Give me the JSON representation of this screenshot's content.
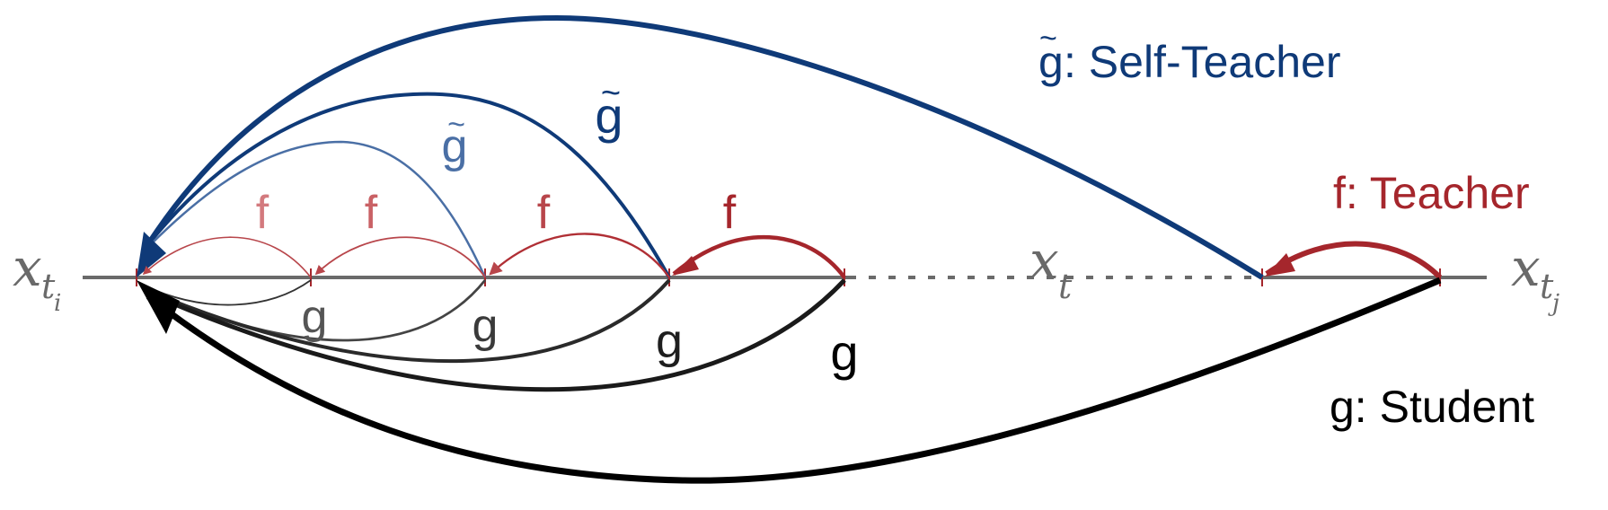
{
  "colors": {
    "self_teacher_dark": "#0f3a78",
    "self_teacher_light": "#4a6fa5",
    "teacher_red": "#a5262c",
    "teacher_red_light": "#c96165",
    "student_black": "#000000",
    "student_gray": "#555555",
    "axis_gray": "#6a6a6a"
  },
  "axis": {
    "start_label": {
      "base": "x",
      "sub1": "t",
      "sub2": "i"
    },
    "middle_label": {
      "base": "x",
      "sub1": "t"
    },
    "end_label": {
      "base": "x",
      "sub1": "t",
      "sub2": "j"
    }
  },
  "legend": {
    "self_teacher": {
      "symbol": "g",
      "text": ": Self-Teacher"
    },
    "teacher": {
      "text": "f: Teacher"
    },
    "student": {
      "text": "g: Student"
    }
  },
  "labels": {
    "f_1": "f",
    "f_2": "f",
    "f_3": "f",
    "f_4": "f",
    "g_tilde_1": "g",
    "g_tilde_2": "g",
    "g_1": "g",
    "g_2": "g",
    "g_3": "g",
    "g_4": "g"
  },
  "tilde": "~"
}
